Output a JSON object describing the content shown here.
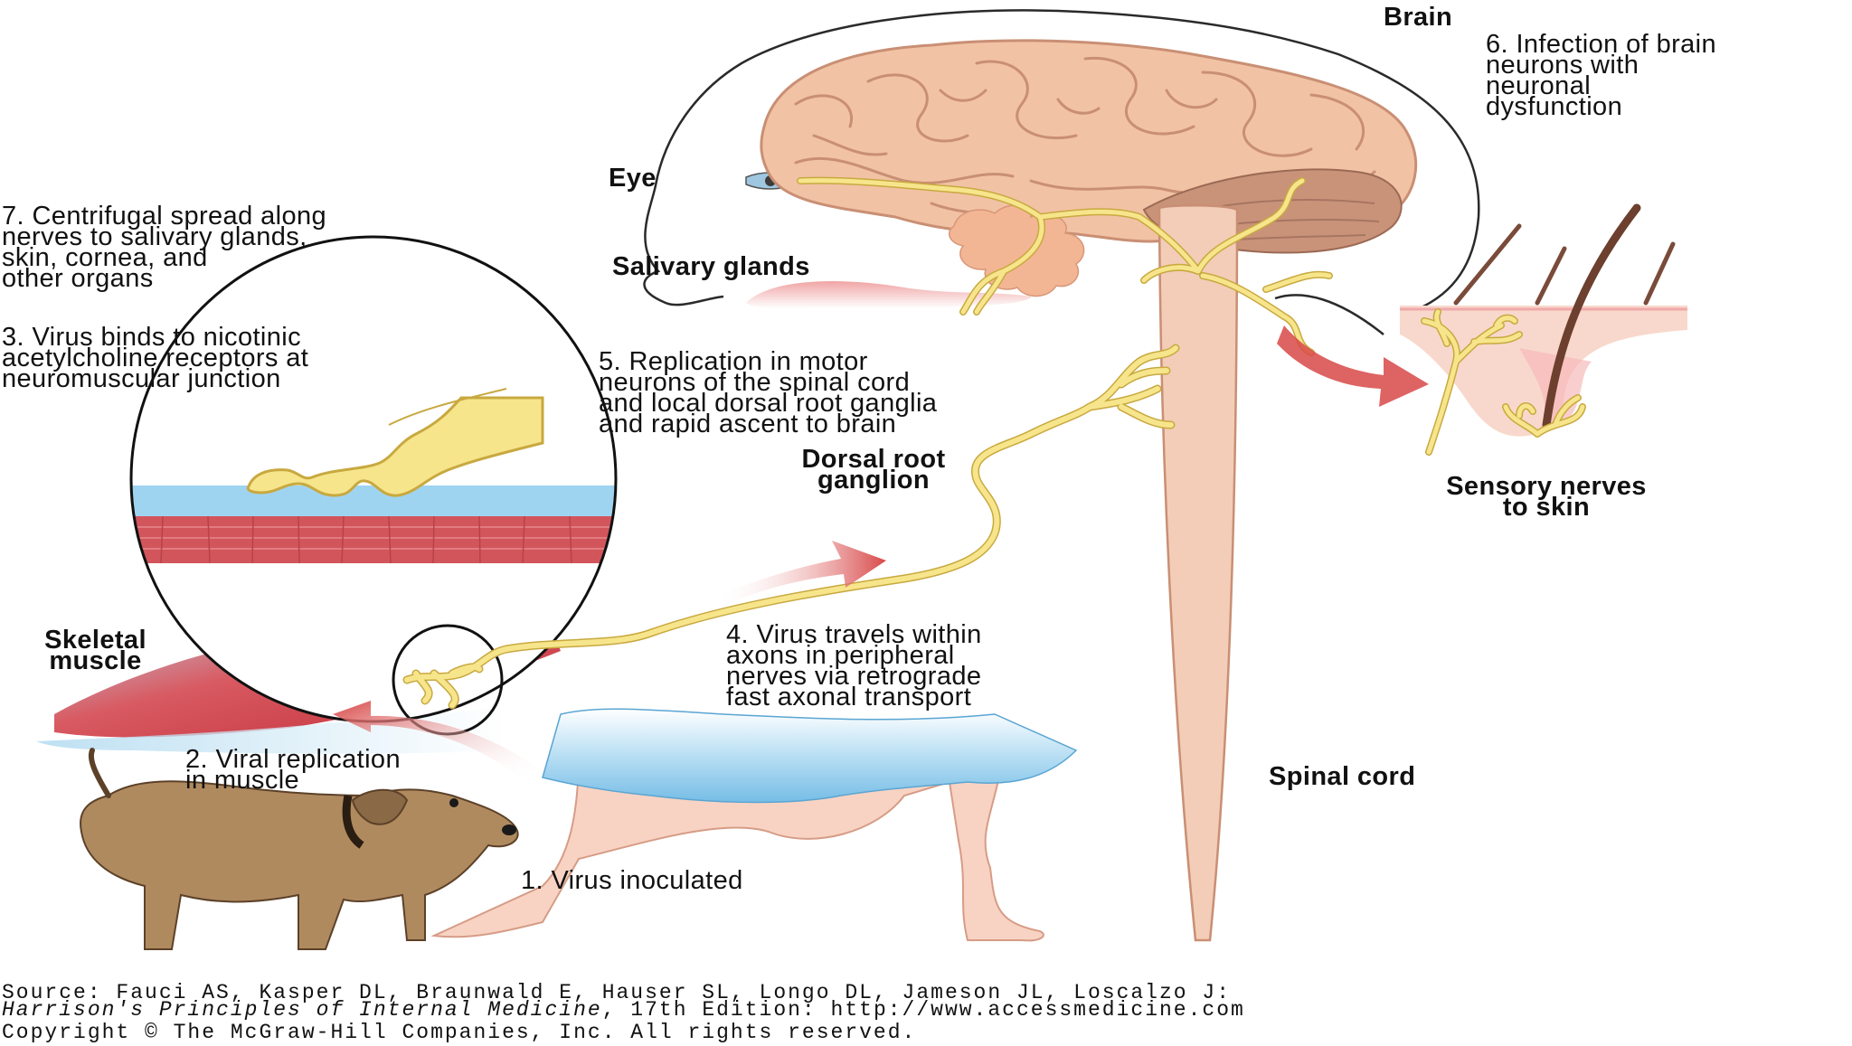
{
  "labels": {
    "brain": "Brain",
    "step6": "6. Infection of brain\nneurons with\nneuronal\ndysfunction",
    "eye": "Eye",
    "step7": "7. Centrifugal spread along\nnerves to salivary glands,\nskin, cornea, and\nother organs",
    "salivary": "Salivary glands",
    "step3": "3. Virus binds to nicotinic\nacetylcholine receptors at\nneuromuscular junction",
    "step5": "5. Replication in motor\nneurons of the spinal cord\nand local dorsal root ganglia\nand rapid ascent to brain",
    "drg": "Dorsal root\nganglion",
    "sensory": "Sensory nerves\nto skin",
    "skeletal": "Skeletal\nmuscle",
    "step4": "4. Virus travels within\naxons in peripheral\nnerves via retrograde\nfast axonal transport",
    "step2": "2. Viral replication\nin muscle",
    "spinal": "Spinal cord",
    "step1": "1. Virus inoculated"
  },
  "source": {
    "line1": "Source: Fauci AS, Kasper DL, Braunwald E, Hauser SL, Longo DL, Jameson JL, Loscalzo J:",
    "line2_italic": "Harrison's Principles of Internal Medicine",
    "line2_rest": ", 17th Edition: http://www.accessmedicine.com",
    "line3": "Copyright © The McGraw-Hill Companies, Inc. All rights reserved."
  },
  "colors": {
    "brain": "#f2c2a4",
    "brain_outline": "#c98f74",
    "cerebellum": "#c9937a",
    "spinal_cord": "#f3cdb7",
    "nerve": "#f7e58c",
    "nerve_outline": "#c8a940",
    "muscle": "#c9333c",
    "muscle_light": "#9fd2ea",
    "arrow": "#d24c4c",
    "shorts": "#86c5e8",
    "skin": "#f8d3c3",
    "dog": "#b08a5f",
    "gland": "#f3b694"
  }
}
